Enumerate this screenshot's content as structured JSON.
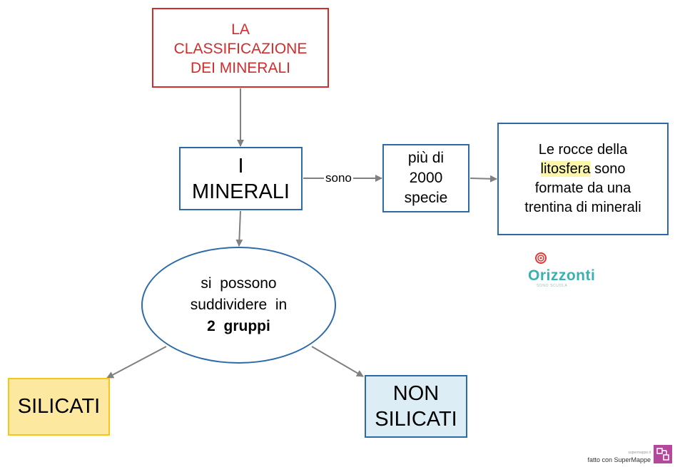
{
  "title": [
    "LA",
    "CLASSIFICAZIONE",
    "DEI MINERALI"
  ],
  "minerali": [
    "I",
    "MINERALI"
  ],
  "link_label": "sono",
  "specie": [
    "più di",
    "2000",
    "specie"
  ],
  "rocce": {
    "line1": "Le rocce della",
    "highlight": "litosfera",
    "line2_rest": " sono",
    "line3": "formate da una",
    "line4": "trentina di minerali"
  },
  "ellipse": {
    "line1": "si  possono",
    "line2": "suddividere  in",
    "line3": "2  gruppi"
  },
  "silicati": "SILICATI",
  "non_silicati": [
    "NON",
    "SILICATI"
  ],
  "logo": {
    "name": "Orizzonti",
    "sub": "SONO SCUOLA",
    "icon": "red-spiral-icon"
  },
  "footer": {
    "small": "supermappe.it",
    "main": "fatto con SuperMappe",
    "icon": "supermappe-logo-icon"
  },
  "colors": {
    "title": "#d42b2b",
    "border_blue": "#2c6aa8",
    "silicati_fill": "#fde8a0",
    "non_silicati_fill": "#dcedf5",
    "arrow": "#808080"
  }
}
